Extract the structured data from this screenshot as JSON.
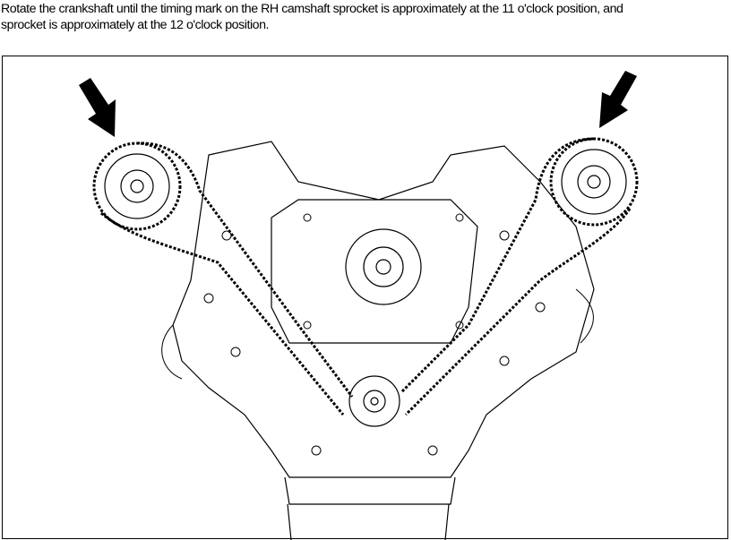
{
  "instruction": {
    "line1": "Rotate the crankshaft until the timing mark on the RH camshaft sprocket is approximately at the 11 o'clock position, and",
    "line2": "sprocket is approximately at the 12 o'clock position."
  },
  "figure": {
    "subject": "engine-timing-chain-illustration"
  }
}
